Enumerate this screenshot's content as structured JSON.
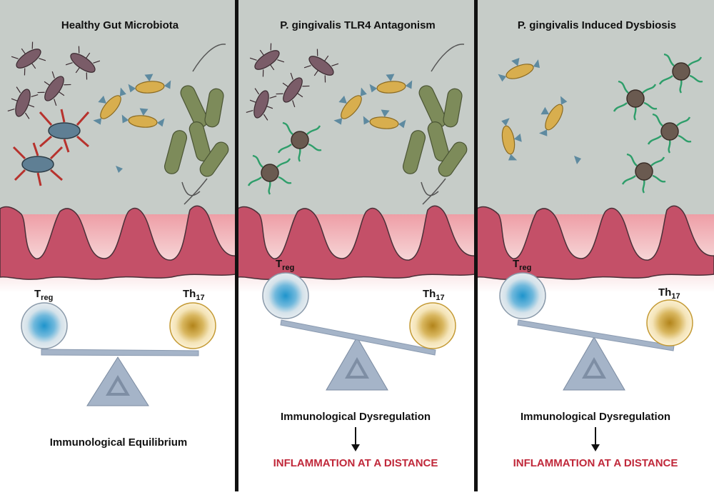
{
  "colors": {
    "lumen": "#c6ccc8",
    "epithelium": "#c45068",
    "lamina": "#f0c6c8",
    "divider": "#111111",
    "treg_core": "#1f98d0",
    "th17_core": "#b98a1a",
    "seesaw": "#a5b4c8",
    "bacteroides": "#7a5c68",
    "spiked": "#5f7f94",
    "spike": "#b7322d",
    "capsule": "#d8ae4e",
    "pili": "#5e8aa0",
    "rod": "#7d8b5a",
    "p_gingivalis": "#6a5a50",
    "fimbriae": "#2e9e6a",
    "red_text": "#c0283a"
  },
  "panels": [
    {
      "title": "Healthy Gut Microbiota",
      "treg": {
        "main": "T",
        "sub": "reg"
      },
      "th17": {
        "main": "Th",
        "sub": "17"
      },
      "balance": "level",
      "status": "Immunological Equilibrium",
      "consequence": ""
    },
    {
      "title": "P. gingivalis TLR4 Antagonism",
      "treg": {
        "main": "T",
        "sub": "reg"
      },
      "th17": {
        "main": "Th",
        "sub": "17"
      },
      "balance": "tilted",
      "status": "Immunological Dysregulation",
      "consequence": "INFLAMMATION AT A DISTANCE"
    },
    {
      "title": "P. gingivalis Induced Dysbiosis",
      "treg": {
        "main": "T",
        "sub": "reg"
      },
      "th17": {
        "main": "Th",
        "sub": "17"
      },
      "balance": "tilted",
      "status": "Immunological Dysregulation",
      "consequence": "INFLAMMATION AT A DISTANCE"
    }
  ]
}
